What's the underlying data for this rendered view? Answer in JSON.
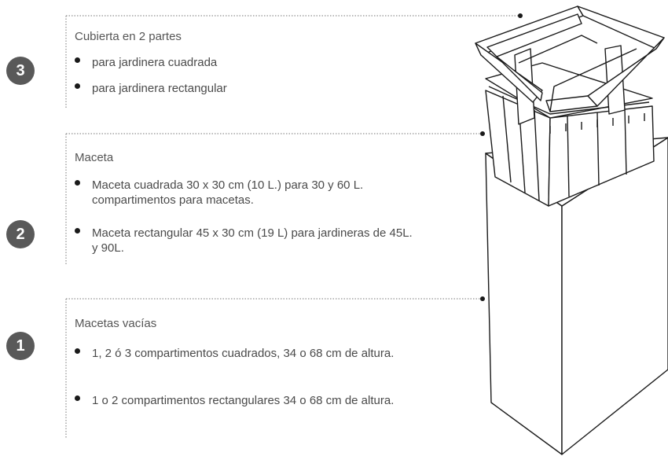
{
  "sections": [
    {
      "number": "3",
      "title": "Cubierta en 2 partes",
      "bullets": [
        "para jardinera cuadrada",
        "para jardinera rectangular"
      ]
    },
    {
      "number": "2",
      "title": "Maceta",
      "bullets": [
        "Maceta cuadrada 30 x 30 cm (10 L.) para 30 y 60 L. compartimentos para macetas.",
        "Maceta rectangular 45 x 30 cm (19 L) para jardineras de 45L. y 90L."
      ]
    },
    {
      "number": "1",
      "title": "Macetas vacías",
      "bullets": [
        "1, 2 ó 3 compartimentos cuadrados, 34 o 68 cm de altura.",
        "1 o 2 compartimentos rectangulares 34 o 68 cm de altura."
      ]
    }
  ],
  "colors": {
    "badge": "#595959",
    "text": "#4a4a4a",
    "leader_line": "#777777",
    "illustration_stroke": "#1a1a1a"
  }
}
